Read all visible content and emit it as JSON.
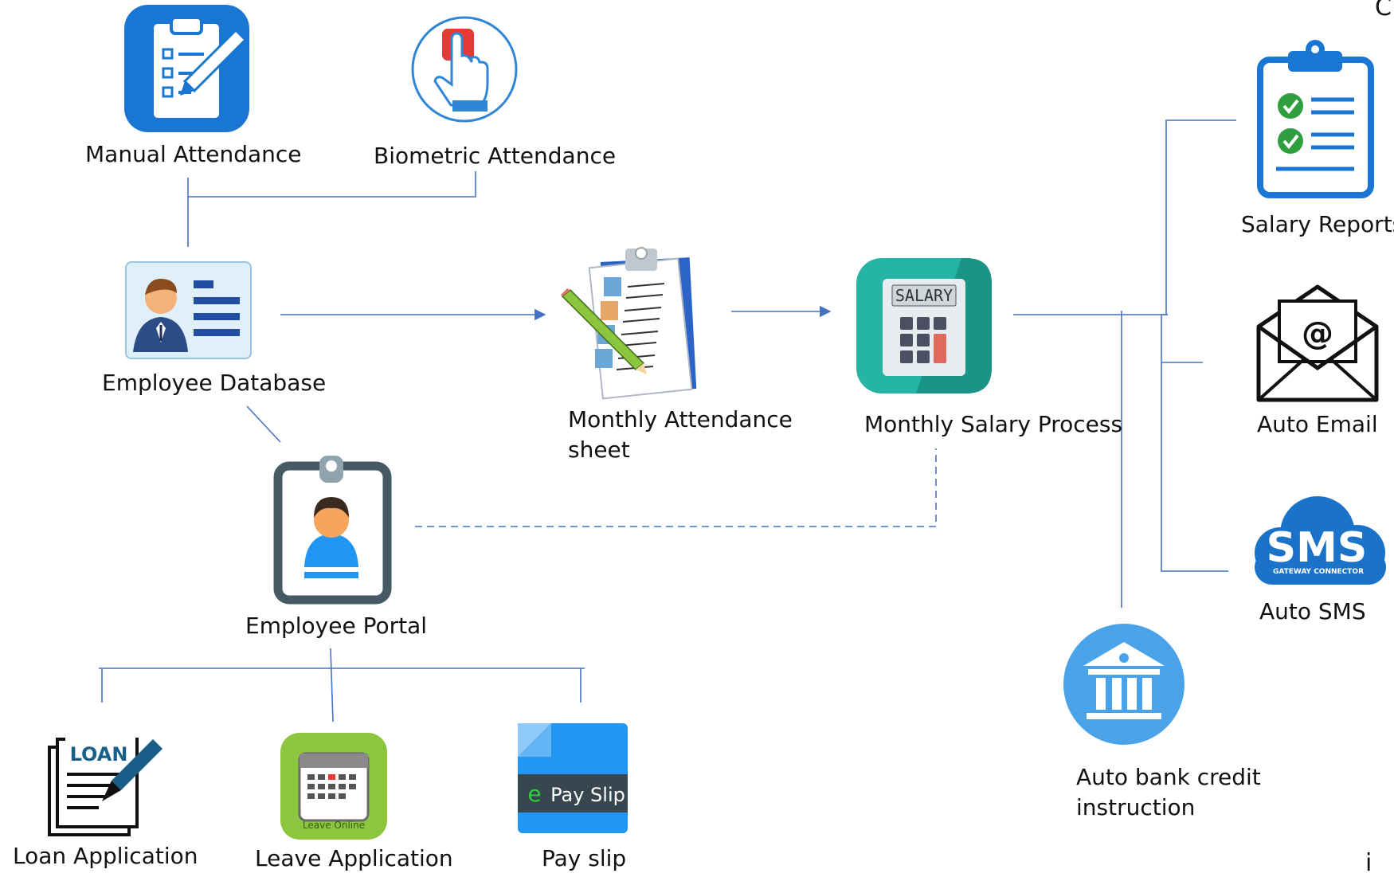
{
  "nodes": {
    "manual_attendance": "Manual Attendance",
    "biometric_attendance": "Biometric Attendance",
    "employee_database": "Employee Database",
    "monthly_attendance_line1": "Monthly Attendance",
    "monthly_attendance_line2": "sheet",
    "monthly_salary_process": "Monthly Salary Process",
    "employee_portal": "Employee Portal",
    "salary_reports": "Salary Reports",
    "auto_email": "Auto Email",
    "auto_sms": "Auto SMS",
    "auto_bank_line1": "Auto bank credit",
    "auto_bank_line2": "instruction",
    "loan_application": "Loan Application",
    "leave_application": "Leave Application",
    "pay_slip": "Pay slip"
  },
  "icon_text": {
    "salary": "SALARY",
    "loan": "LOAN",
    "leave_online": "Leave Online",
    "pay_slip": "Pay Slip",
    "sms": "SMS",
    "sms_sub": "GATEWAY  CONNECTOR",
    "email_at": "@"
  },
  "colors": {
    "connector": "#4472c4",
    "blue_icon": "#1976d2",
    "teal": "#26b5a5",
    "sms_blue": "#1a73c8",
    "bank_blue": "#4aa3e8",
    "leave_green": "#8cc63f"
  },
  "edge_fragments": {
    "top_right": "C",
    "bottom_right": "i"
  }
}
